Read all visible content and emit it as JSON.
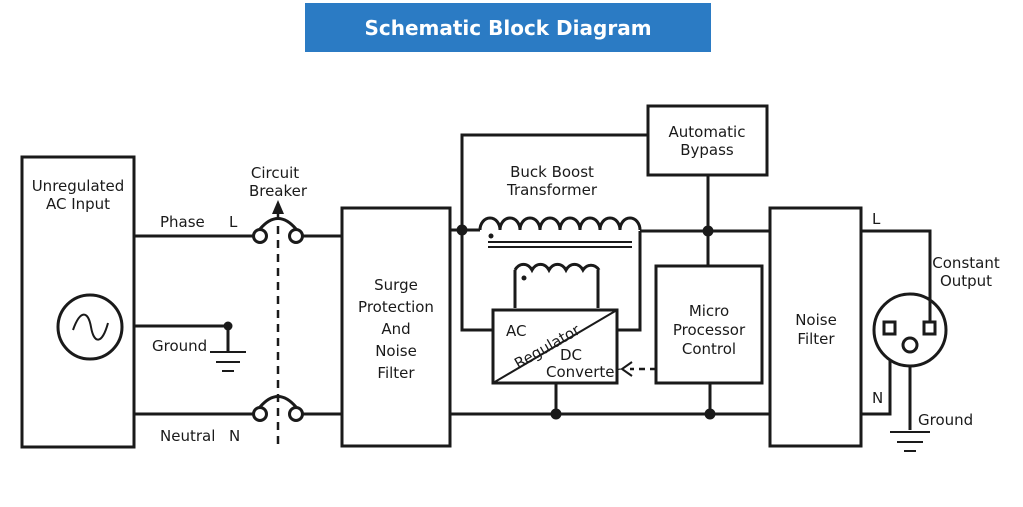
{
  "title": "Schematic Block Diagram",
  "blocks": {
    "ac_input": [
      "Unregulated",
      "AC Input"
    ],
    "circuit_breaker": [
      "Circuit",
      "Breaker"
    ],
    "surge": [
      "Surge",
      "Protection",
      "And",
      "Noise",
      "Filter"
    ],
    "buck_boost": [
      "Buck Boost",
      "Transformer"
    ],
    "bypass": [
      "Automatic",
      "Bypass"
    ],
    "regulator_ac": "AC",
    "regulator_mid": "Regulator",
    "regulator_dc": [
      "DC",
      "Converter"
    ],
    "micro": [
      "Micro",
      "Processor",
      "Control"
    ],
    "noise_filter": [
      "Noise",
      "Filter"
    ],
    "constant_output": [
      "Constant",
      "Output"
    ]
  },
  "labels": {
    "phase": "Phase",
    "l_in": "L",
    "ground_in": "Ground",
    "neutral": "Neutral",
    "n_in": "N",
    "l_out": "L",
    "n_out": "N",
    "ground_out": "Ground"
  }
}
